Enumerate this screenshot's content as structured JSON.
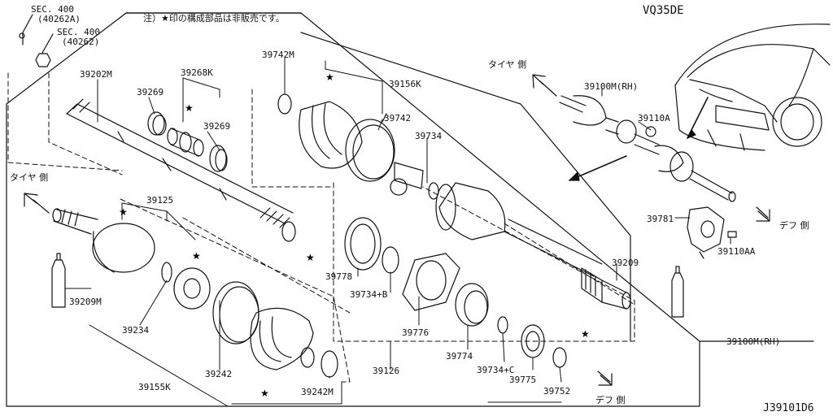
{
  "diagram": {
    "engine": "VQ35DE",
    "note": "注）★印の構成部品は非販売です。",
    "drawing_code": "J39101D6",
    "star_symbol": "★",
    "directions": {
      "tire_side_top": "タイヤ 側",
      "tire_side_left": "タイヤ 側",
      "diff_side_right": "デフ 側",
      "diff_side_bottom": "デフ 側"
    },
    "sections": [
      {
        "line1": "SEC. 400",
        "line2": "(40262A)"
      },
      {
        "line1": "SEC. 400",
        "line2": "(40262)"
      }
    ],
    "parts": {
      "p39202M": "39202M",
      "p39269a": "39269",
      "p39268K": "39268K",
      "p39269b": "39269",
      "p39742M": "39742M",
      "p39156K": "39156K",
      "p39742": "39742",
      "p39734": "39734",
      "p39100M_top": "39100M(RH)",
      "p39110A": "39110A",
      "p39781": "39781",
      "p39110AA": "39110AA",
      "p39125": "39125",
      "p39209M": "39209M",
      "p39234": "39234",
      "p39155K": "39155K",
      "p39242": "39242",
      "p39242M": "39242M",
      "p39778": "39778",
      "p39734B": "39734+B",
      "p39126": "39126",
      "p39776": "39776",
      "p39774": "39774",
      "p39734C": "39734+C",
      "p39775": "39775",
      "p39752": "39752",
      "p39209": "39209",
      "p39100M_right": "39100M(RH)"
    }
  }
}
